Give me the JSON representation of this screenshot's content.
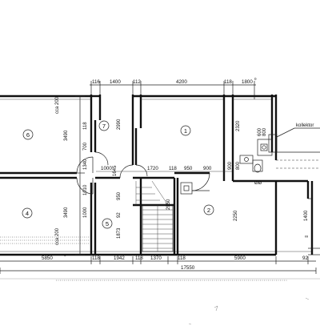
{
  "top_dims": [
    "116",
    "1400",
    "112",
    "4200",
    "118",
    "1800"
  ],
  "top_dim_suffix": "0",
  "side_dims": [
    "3490",
    "3490",
    "cca 200",
    "cca 200"
  ],
  "bottom_dims": [
    "5850",
    "118",
    "1942",
    "118",
    "1370",
    "118",
    "5900",
    "92"
  ],
  "bottom_dim_suffix": "0",
  "overall_dim": "17550",
  "inner_dims_h": [
    "1000",
    "1645",
    "1720",
    "118",
    "950",
    "900"
  ],
  "inner_dims_v": [
    "700",
    "118",
    "1340",
    "2990",
    "1010",
    "950",
    "1000",
    "92",
    "1873",
    "2950",
    "2250",
    "2320",
    "900",
    "800",
    "600",
    "1400",
    "800"
  ],
  "rooms": [
    "6",
    "7",
    "1",
    "4",
    "5",
    "2"
  ],
  "label_collector": "kollektor",
  "small_labels": [
    "ØØ",
    "∞"
  ]
}
